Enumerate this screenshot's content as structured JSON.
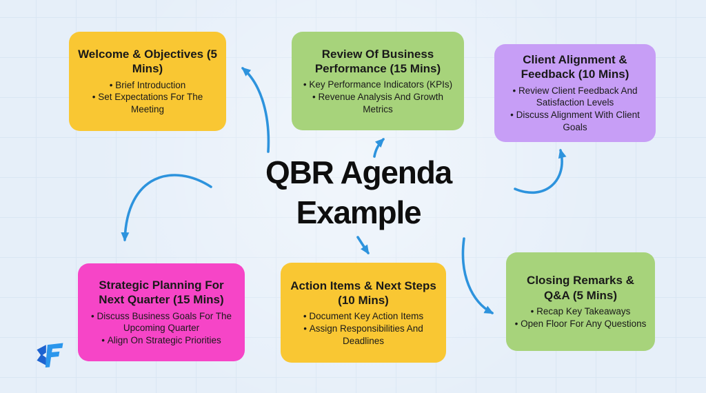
{
  "title": {
    "line1": "QBR Agenda",
    "line2": "Example"
  },
  "colors": {
    "background": "#E6EFF9",
    "grid_line": "#D9E6F3",
    "arrow": "#2D93DD",
    "node_yellow": "#F9C733",
    "node_green": "#A7D37B",
    "node_purple": "#C79EF6",
    "node_pink": "#F645C7",
    "text": "#191919",
    "logo_dark": "#1E63D0",
    "logo_light": "#2B96EC"
  },
  "nodes": [
    {
      "id": "welcome-objectives",
      "color": "#F9C733",
      "title": "Welcome & Objectives (5 Mins)",
      "bullets": [
        "Brief Introduction",
        "Set Expectations For The Meeting"
      ]
    },
    {
      "id": "review-business-performance",
      "color": "#A7D37B",
      "title": "Review Of Business Performance (15 Mins)",
      "bullets": [
        "Key Performance Indicators (KPIs)",
        "Revenue Analysis And Growth Metrics"
      ]
    },
    {
      "id": "client-alignment-feedback",
      "color": "#C79EF6",
      "title": "Client Alignment & Feedback (10 Mins)",
      "bullets": [
        "Review Client Feedback And Satisfaction Levels",
        "Discuss Alignment With Client Goals"
      ]
    },
    {
      "id": "strategic-planning-next-quarter",
      "color": "#F645C7",
      "title": "Strategic Planning For Next Quarter (15 Mins)",
      "bullets": [
        "Discuss Business Goals For The Upcoming Quarter",
        "Align On Strategic Priorities"
      ]
    },
    {
      "id": "action-items-next-steps",
      "color": "#F9C733",
      "title": "Action Items & Next Steps (10 Mins)",
      "bullets": [
        "Document Key Action Items",
        "Assign Responsibilities And Deadlines"
      ]
    },
    {
      "id": "closing-remarks-qa",
      "color": "#A7D37B",
      "title": "Closing Remarks & Q&A (5 Mins)",
      "bullets": [
        "Recap Key Takeaways",
        "Open Floor For Any Questions"
      ]
    }
  ]
}
